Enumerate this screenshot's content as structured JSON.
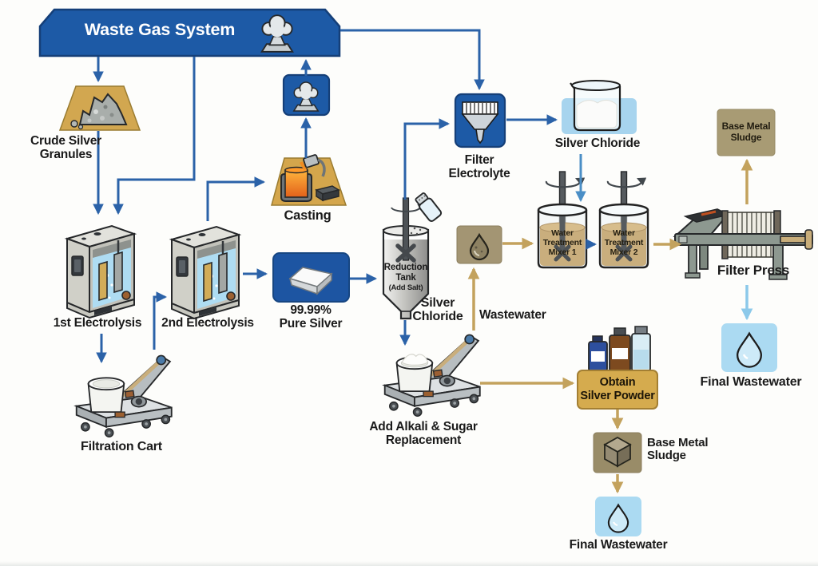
{
  "diagram": {
    "banner": {
      "title": "Waste Gas System"
    },
    "nodes": {
      "crude_silver_granules": {
        "line1": "Crude Silver",
        "line2": "Granules"
      },
      "casting": {
        "label": "Casting"
      },
      "electrolysis_1": {
        "label": "1st Electrolysis"
      },
      "electrolysis_2": {
        "label": "2nd Electrolysis"
      },
      "pure_silver": {
        "line1": "99.99%",
        "line2": "Pure Silver"
      },
      "filtration_cart": {
        "label": "Filtration Cart"
      },
      "reduction_tank": {
        "line1": "Reduction",
        "line2": "Tank",
        "line3": "(Add Salt)"
      },
      "silver_chloride_output": {
        "line1": "Silver",
        "line2": "Chloride"
      },
      "filter_electrolyte": {
        "line1": "Filter",
        "line2": "Electrolyte"
      },
      "silver_chloride_beaker": {
        "label": "Silver Chloride"
      },
      "wastewater": {
        "label": "Wastewater"
      },
      "water_treatment_mixer_1": {
        "line1": "Water",
        "line2": "Treatment",
        "line3": "Mixer 1"
      },
      "water_treatment_mixer_2": {
        "line1": "Water",
        "line2": "Treatment",
        "line3": "Mixer 2"
      },
      "filter_press": {
        "label": "Filter Press"
      },
      "base_metal_sludge_top": {
        "line1": "Base Metal",
        "line2": "Sludge"
      },
      "final_wastewater_right": {
        "label": "Final Wastewater"
      },
      "add_alkali": {
        "line1": "Add Alkali & Sugar",
        "line2": "Replacement"
      },
      "obtain_silver_powder": {
        "line1": "Obtain",
        "line2": "Silver Powder"
      },
      "base_metal_sludge_bottom": {
        "line1": "Base Metal",
        "line2": "Sludge"
      },
      "final_wastewater_bottom": {
        "label": "Final Wastewater"
      }
    },
    "colors": {
      "primary_blue": "#1d5aa6",
      "gold": "#d2a750",
      "tan_box": "#a39573",
      "light_blue_box": "#abdaf2",
      "arrow_blue": "#2b62a8",
      "arrow_tan": "#c3a25d",
      "arrow_light_blue": "#8cc9ea"
    }
  }
}
